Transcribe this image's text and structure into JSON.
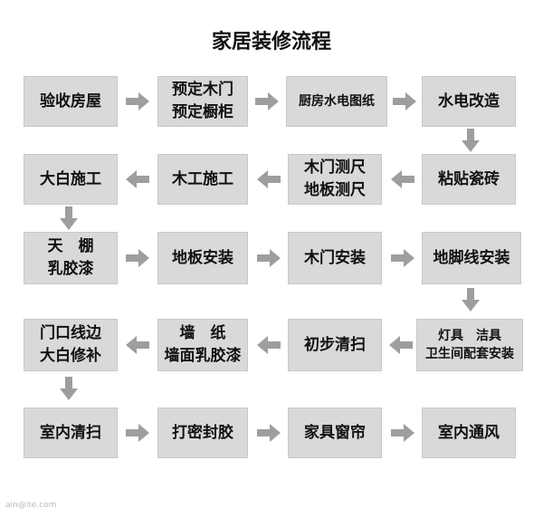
{
  "title": "家居装修流程",
  "steps": {
    "s1": [
      "验收房屋"
    ],
    "s2": [
      "预定木门",
      "预定橱柜"
    ],
    "s3": [
      "厨房水电图纸"
    ],
    "s4": [
      "水电改造"
    ],
    "s5": [
      "粘贴瓷砖"
    ],
    "s6": [
      "木门测尺",
      "地板测尺"
    ],
    "s7": [
      "木工施工"
    ],
    "s8": [
      "大白施工"
    ],
    "s9": [
      "天　棚",
      "乳胶漆"
    ],
    "s10": [
      "地板安装"
    ],
    "s11": [
      "木门安装"
    ],
    "s12": [
      "地脚线安装"
    ],
    "s13": [
      "灯具　洁具",
      "卫生间配套安装"
    ],
    "s14": [
      "初步清扫"
    ],
    "s15": [
      "墙　纸",
      "墙面乳胶漆"
    ],
    "s16": [
      "门口线边",
      "大白修补"
    ],
    "s17": [
      "室内清扫"
    ],
    "s18": [
      "打密封胶"
    ],
    "s19": [
      "家具窗帘"
    ],
    "s20": [
      "室内通风"
    ]
  },
  "watermark": "ain@ite.com",
  "colors": {
    "box": "#d9d9d9",
    "arrow": "#9e9e9e",
    "text": "#111111"
  }
}
